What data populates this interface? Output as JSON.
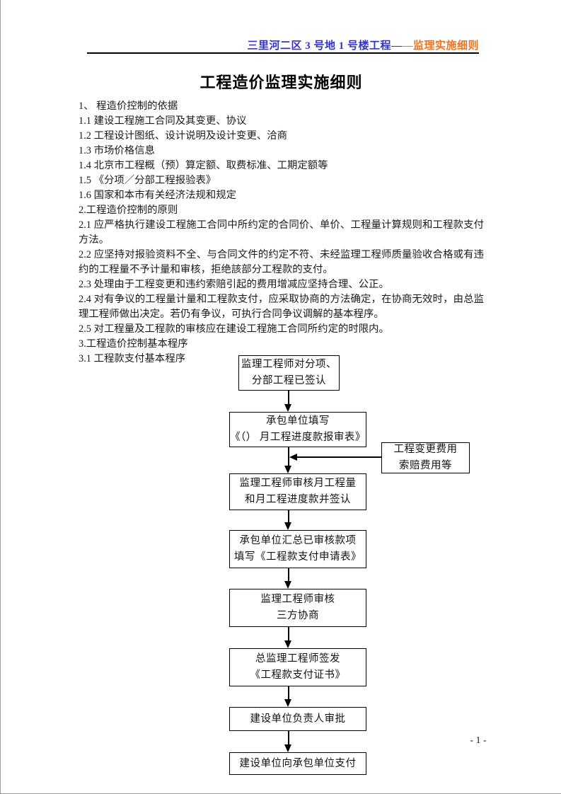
{
  "header": {
    "project": "三里河二区 3 号地 1 号楼工程—",
    "doc": "—监理实施细则",
    "project_color": "#3333cc",
    "doc_color": "#ed7420"
  },
  "title": "工程造价监理实施细则",
  "body": {
    "lines": [
      "1、 程造价控制的依据",
      "1.1 建设工程施工合同及其变更、协议",
      "1.2 工程设计图纸、设计说明及设计变更、洽商",
      "1.3 市场价格信息",
      "1.4 北京市工程概（预）算定额、取费标准、工期定额等",
      "1.5 《分项／分部工程报验表》",
      "1.6 国家和本市有关经济法规和规定",
      "2.工程造价控制的原则",
      "2.1 应严格执行建设工程施工合同中所约定的合同价、单价、工程量计算规则和工程款支付",
      "方法。",
      "2.2 应坚持对报验资料不全、与合同文件的约定不符、未经监理工程师质量验收合格或有违",
      "约的工程量不予计量和审核，拒绝該部分工程款的支付。",
      "2.3 处理由于工程变更和违约索赔引起的费用增减应坚持合理、公正。",
      "2.4 对有争议的工程量计量和工程款支付，应采取协商的方法确定，在协商无效时，由总监",
      "理工程师做出决定。若仍有争议，可执行合同争议调解的基本程序。",
      "2.5 对工程量及工程款的审核应在建设工程施工合同所约定的时限内。",
      "3.工程造价控制基本程序",
      "3.1 工程款支付基本程序"
    ]
  },
  "flowchart": {
    "boxes": [
      {
        "lines": [
          "监理工程师对分项、",
          "分部工程已签认"
        ]
      },
      {
        "lines": [
          "承包单位填写",
          "《（） 月工程进度款报审表》"
        ]
      },
      {
        "lines": [
          "监理工程师审核月工程量",
          "和月工程进度款并签认"
        ]
      },
      {
        "lines": [
          "承包单位汇总已审核款项",
          "填写《工程款支付申请表》"
        ]
      },
      {
        "lines": [
          "监理工程师审核",
          "三方协商"
        ]
      },
      {
        "lines": [
          "总监理工程师签发",
          "《工程款支付证书》"
        ]
      },
      {
        "lines": [
          "建设单位负责人审批"
        ]
      },
      {
        "lines": [
          "建设单位向承包单位支付"
        ]
      }
    ],
    "side_box": {
      "lines": [
        "工程变更费用",
        "索赔费用等"
      ]
    }
  },
  "page_number": "- 1 -"
}
